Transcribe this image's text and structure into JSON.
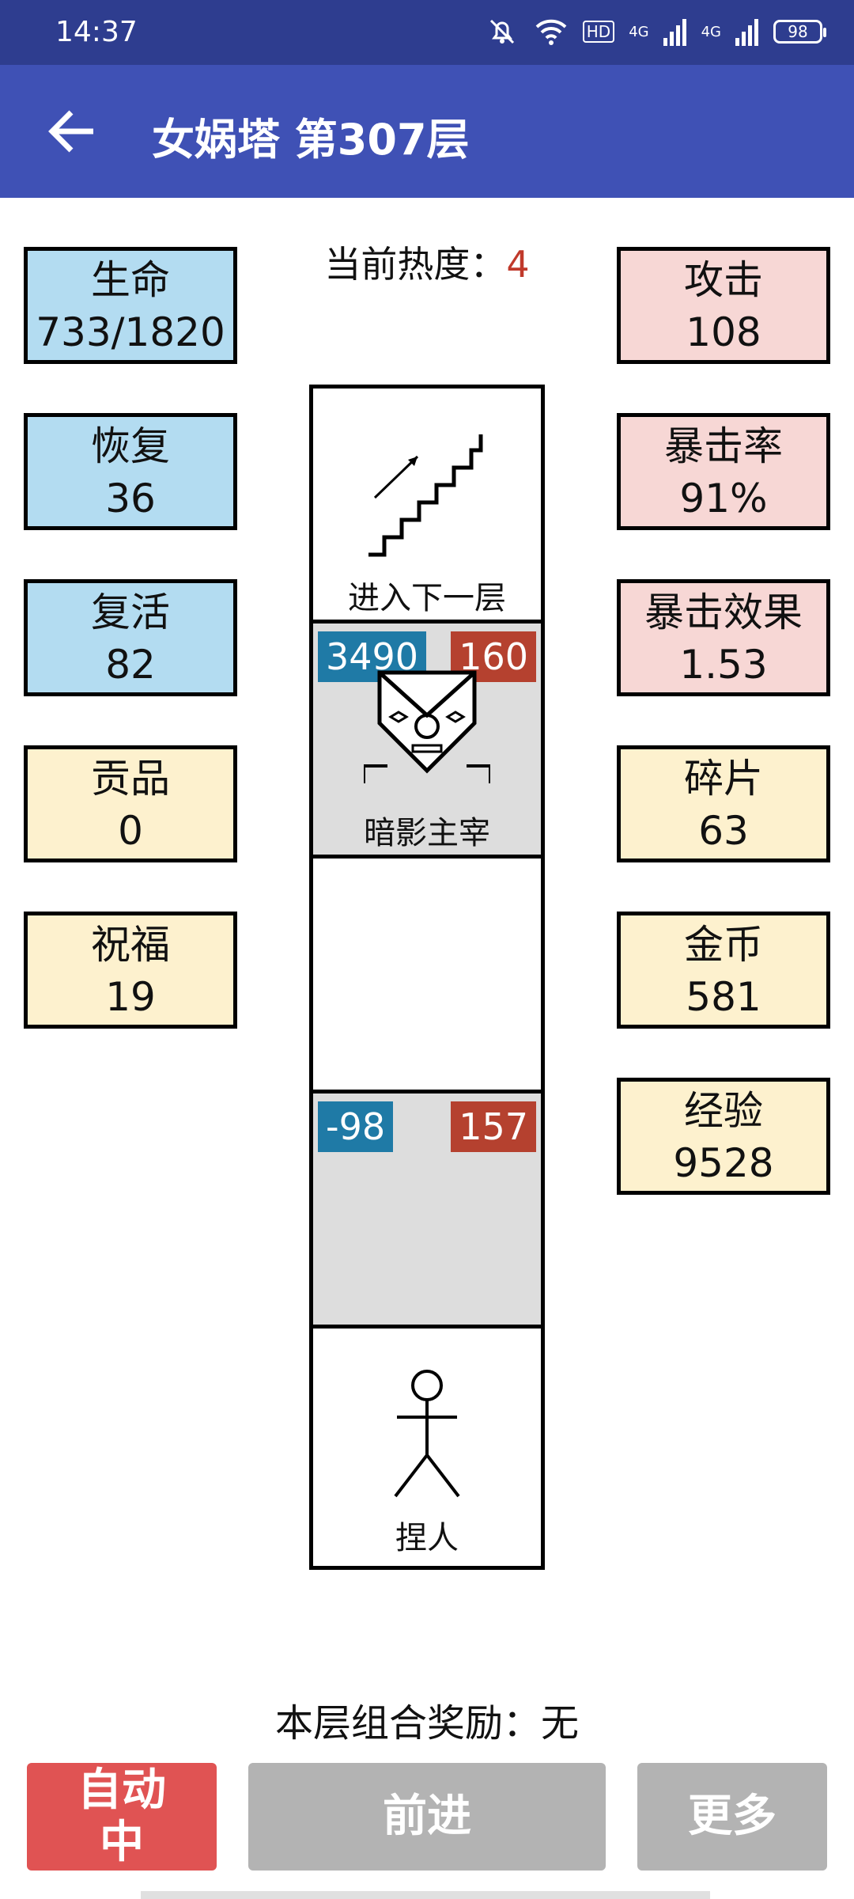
{
  "status_bar": {
    "time": "14:37",
    "network_badge": "HD",
    "signal_1": "4G",
    "signal_2": "4G",
    "battery": "98"
  },
  "app_bar": {
    "title": "女娲塔 第307层"
  },
  "heat": {
    "label": "当前热度：",
    "value": "4"
  },
  "left_stats": [
    {
      "label": "生命",
      "value": "733/1820"
    },
    {
      "label": "恢复",
      "value": "36"
    },
    {
      "label": "复活",
      "value": "82"
    },
    {
      "label": "贡品",
      "value": "0"
    },
    {
      "label": "祝福",
      "value": "19"
    }
  ],
  "right_stats": [
    {
      "label": "攻击",
      "value": "108"
    },
    {
      "label": "暴击率",
      "value": "91%"
    },
    {
      "label": "暴击效果",
      "value": "1.53"
    },
    {
      "label": "碎片",
      "value": "63"
    },
    {
      "label": "金币",
      "value": "581"
    },
    {
      "label": "经验",
      "value": "9528"
    }
  ],
  "tower": {
    "stairs_label": "进入下一层",
    "boss": {
      "name": "暗影主宰",
      "hp": "3490",
      "attack": "160"
    },
    "enemy2": {
      "hp": "-98",
      "attack": "157"
    },
    "player_label": "捏人"
  },
  "reward": {
    "text": "本层组合奖励：无"
  },
  "buttons": {
    "auto_line1": "自动",
    "auto_line2": "中",
    "forward": "前进",
    "more": "更多"
  },
  "colors": {
    "status_bar": "#2e3d8f",
    "app_bar": "#3f51b5",
    "auto_button": "#e05353",
    "disabled_button": "#b3b3b3"
  }
}
